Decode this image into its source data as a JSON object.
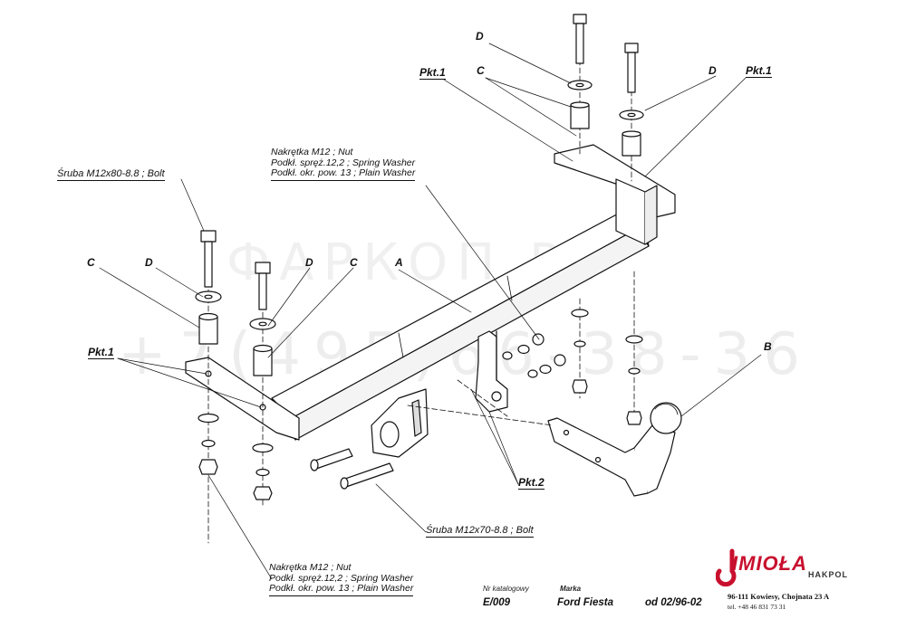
{
  "labels": {
    "D_top": "D",
    "C_top": "C",
    "pkt1_top_left": "Pkt.1",
    "D_right": "D",
    "pkt1_top_right": "Pkt.1",
    "bolt_top": "Śruba M12x80-8.8 ;  Bolt",
    "C_left": "C",
    "D_left": "D",
    "D_mid": "D",
    "C_mid": "C",
    "A": "A",
    "pkt1_left": "Pkt.1",
    "B": "B",
    "pkt2": "Pkt.2",
    "bolt_bottom": "Śruba M12x70-8.8 ;  Bolt"
  },
  "note_top": {
    "line1": "Nakrętka  M12 ; Nut",
    "line2": "Podkł. spręż.12,2 ; Spring Washer",
    "line3": "Podkł. okr. pow. 13 ; Plain Washer"
  },
  "note_bottom": {
    "line1": "Nakrętka  M12 ; Nut",
    "line2": "Podkł. spręż.12,2 ; Spring Washer",
    "line3": "Podkł. okr. pow. 13 ; Plain Washer"
  },
  "title_block": {
    "catalog_caption": "Nr katalogowy",
    "catalog_no": "E/009",
    "brand_caption": "Marka",
    "brand": "Ford Fiesta",
    "date": "od  02/96-02"
  },
  "company": {
    "logo": "IMIOŁA",
    "sub": "HAKPOL",
    "address": "96-111 Kowiesy, Chojnata 23 A",
    "tel": "tel. +48 46 831 73 31"
  },
  "watermark": {
    "text": "+7(495)66-38-36",
    "text2": "ФАРКОП.РФ"
  },
  "colors": {
    "line": "#111111",
    "logo_red": "#c8102e"
  }
}
